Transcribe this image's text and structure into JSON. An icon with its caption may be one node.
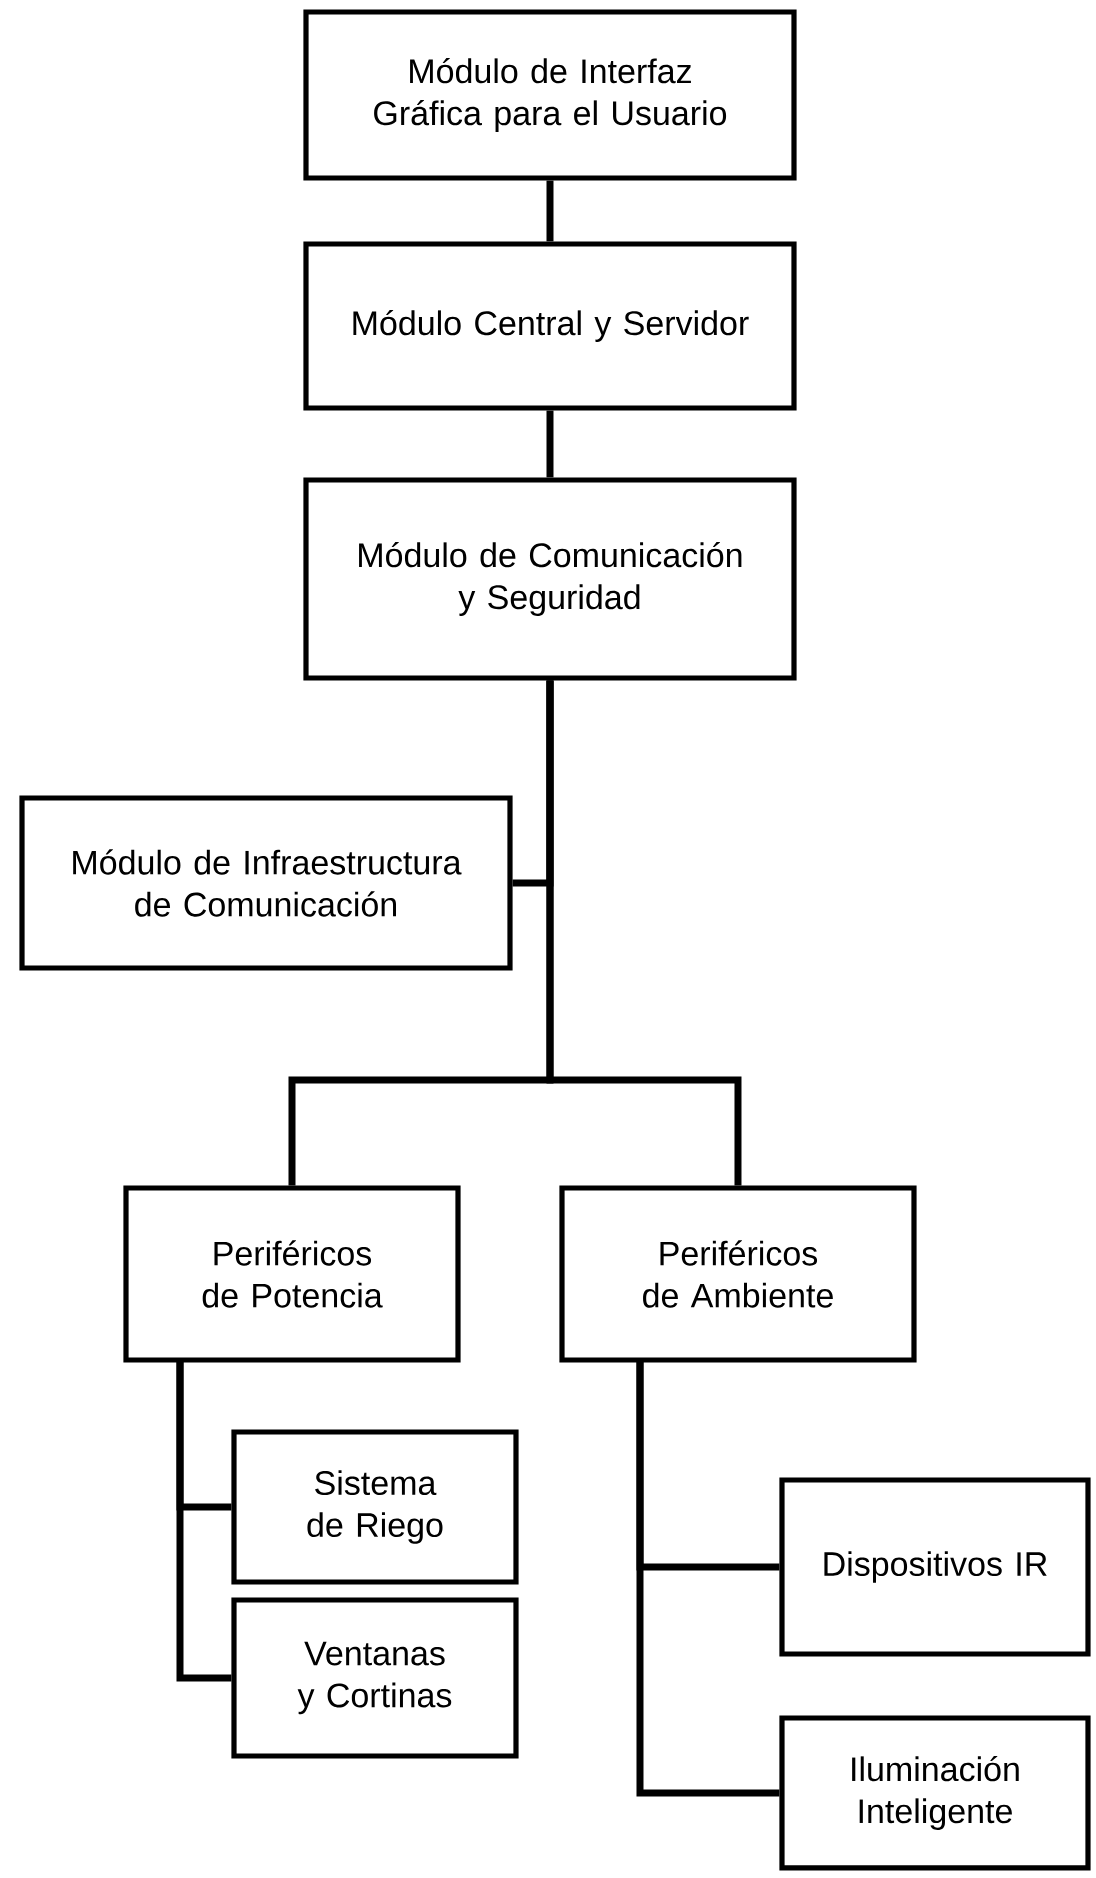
{
  "diagram": {
    "nodes": [
      {
        "text": [
          "Módulo de Interfaz Gráfica para el Usuario"
        ]
      },
      {
        "text": [
          "Módulo Central y Servidor"
        ]
      },
      {
        "text": [
          "Módulo de Comunicación y Seguridad"
        ]
      },
      {
        "text": [
          "Módulo de Infraestructura de Comunicación"
        ]
      },
      {
        "text": [
          "Periféricos de Potencia"
        ]
      },
      {
        "text": [
          "Periféricos de Ambiente"
        ]
      },
      {
        "text": [
          "Sistema de Riego"
        ]
      },
      {
        "text": [
          "Ventanas y Cortinas"
        ]
      },
      {
        "text": [
          "Dispositivos IR"
        ]
      },
      {
        "text": [
          "Iluminación Inteligente"
        ]
      }
    ],
    "edges": [
      {
        "from": 0,
        "to": 1,
        "arrow": "none"
      },
      {
        "from": 1,
        "to": 2,
        "arrow": "none"
      },
      {
        "from": 2,
        "to": 3,
        "arrow": "none"
      },
      {
        "from": 2,
        "to": 4,
        "arrow": "none"
      },
      {
        "from": 2,
        "to": 5,
        "arrow": "none"
      },
      {
        "from": 4,
        "to": 6,
        "arrow": "none"
      },
      {
        "from": 4,
        "to": 7,
        "arrow": "none"
      },
      {
        "from": 5,
        "to": 8,
        "arrow": "none"
      },
      {
        "from": 5,
        "to": 9,
        "arrow": "none"
      }
    ]
  }
}
